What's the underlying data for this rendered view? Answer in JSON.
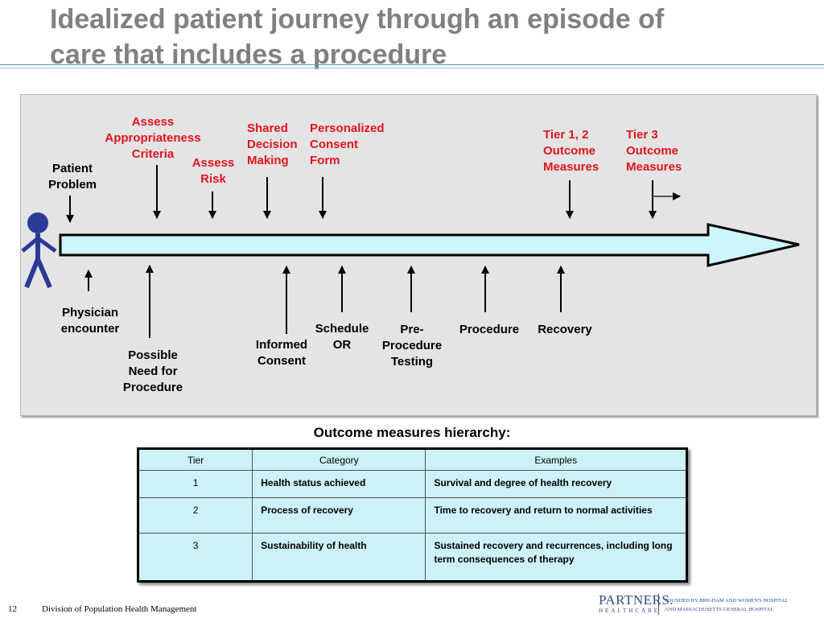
{
  "slide": {
    "title_line1": "Idealized patient journey through an episode of",
    "title_line2": "care that includes a procedure",
    "rule_color": "#4a96b8"
  },
  "diagram": {
    "top_labels": [
      {
        "lines": [
          "Patient",
          "Problem"
        ],
        "color": "black"
      },
      {
        "lines": [
          "Assess",
          "Appropriateness",
          "Criteria"
        ],
        "color": "red"
      },
      {
        "lines": [
          "Assess",
          "Risk"
        ],
        "color": "red"
      },
      {
        "lines": [
          "Shared",
          "Decision",
          "Making"
        ],
        "color": "red"
      },
      {
        "lines": [
          "Personalized",
          "Consent",
          "Form"
        ],
        "color": "red"
      },
      {
        "lines": [
          "Tier 1, 2",
          "Outcome",
          "Measures"
        ],
        "color": "red"
      },
      {
        "lines": [
          "Tier 3",
          "Outcome",
          "Measures"
        ],
        "color": "red"
      }
    ],
    "bottom_labels": [
      {
        "lines": [
          "Physician",
          "encounter"
        ]
      },
      {
        "lines": [
          "Possible",
          "Need for",
          "Procedure"
        ]
      },
      {
        "lines": [
          "Informed",
          "Consent"
        ]
      },
      {
        "lines": [
          "Schedule",
          "OR"
        ]
      },
      {
        "lines": [
          "Pre-",
          "Procedure",
          "Testing"
        ]
      },
      {
        "lines": [
          "Procedure"
        ]
      },
      {
        "lines": [
          "Recovery"
        ]
      }
    ],
    "colors": {
      "arrow_fill": "#ccf6fb",
      "figure": "#2b3a97",
      "red_text": "#e0141e"
    }
  },
  "table": {
    "caption": "Outcome measures hierarchy:",
    "headers": [
      "Tier",
      "Category",
      "Examples"
    ],
    "rows": [
      {
        "tier": "1",
        "category": "Health status achieved",
        "examples": "Survival and degree of health recovery"
      },
      {
        "tier": "2",
        "category": "Process of recovery",
        "examples": "Time to recovery and return to normal activities"
      },
      {
        "tier": "3",
        "category": "Sustainability of health",
        "examples": "Sustained recovery and recurrences, including long term consequences of therapy"
      }
    ]
  },
  "footer": {
    "page_number": "12",
    "division": "Division of Population Health Management",
    "logo_word": "PARTNERS.",
    "logo_sub": "HEALTHCARE",
    "founded_line1": "FOUNDED BY BRIGHAM AND WOMEN'S HOSPITAL",
    "founded_line2": "AND MASSACHUSETTS GENERAL HOSPITAL"
  }
}
